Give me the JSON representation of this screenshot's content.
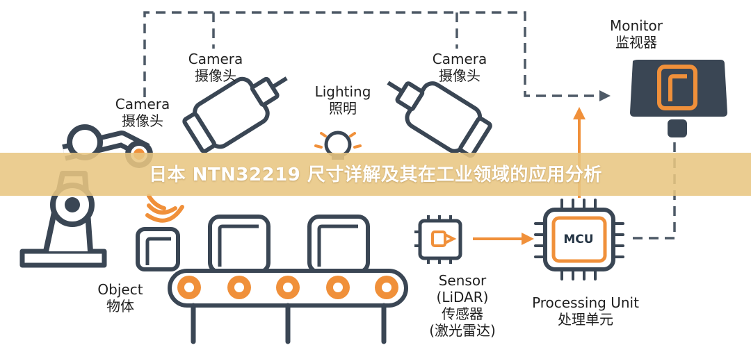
{
  "labels": {
    "camera_left_en": "Camera",
    "camera_left_zh": "摄像头",
    "camera_top_left_en": "Camera",
    "camera_top_left_zh": "摄像头",
    "lighting_en": "Lighting",
    "lighting_zh": "照明",
    "camera_top_right_en": "Camera",
    "camera_top_right_zh": "摄像头",
    "monitor_en": "Monitor",
    "monitor_zh": "监视器",
    "object_en": "Object",
    "object_zh": "物体",
    "sensor_en": "Sensor",
    "sensor_lidar": "(LiDAR)",
    "sensor_zh": "传感器",
    "sensor_zh2": "(激光雷达)",
    "processing_en": "Processing Unit",
    "processing_zh": "处理单元",
    "mcu": "MCU"
  },
  "banner": {
    "title": "日本 NTN32219 尺寸详解及其在工业领域的应用分析"
  },
  "colors": {
    "dark": "#3a4654",
    "accent": "#f0903a",
    "line": "#4d5966",
    "banner": "#e8c682"
  }
}
